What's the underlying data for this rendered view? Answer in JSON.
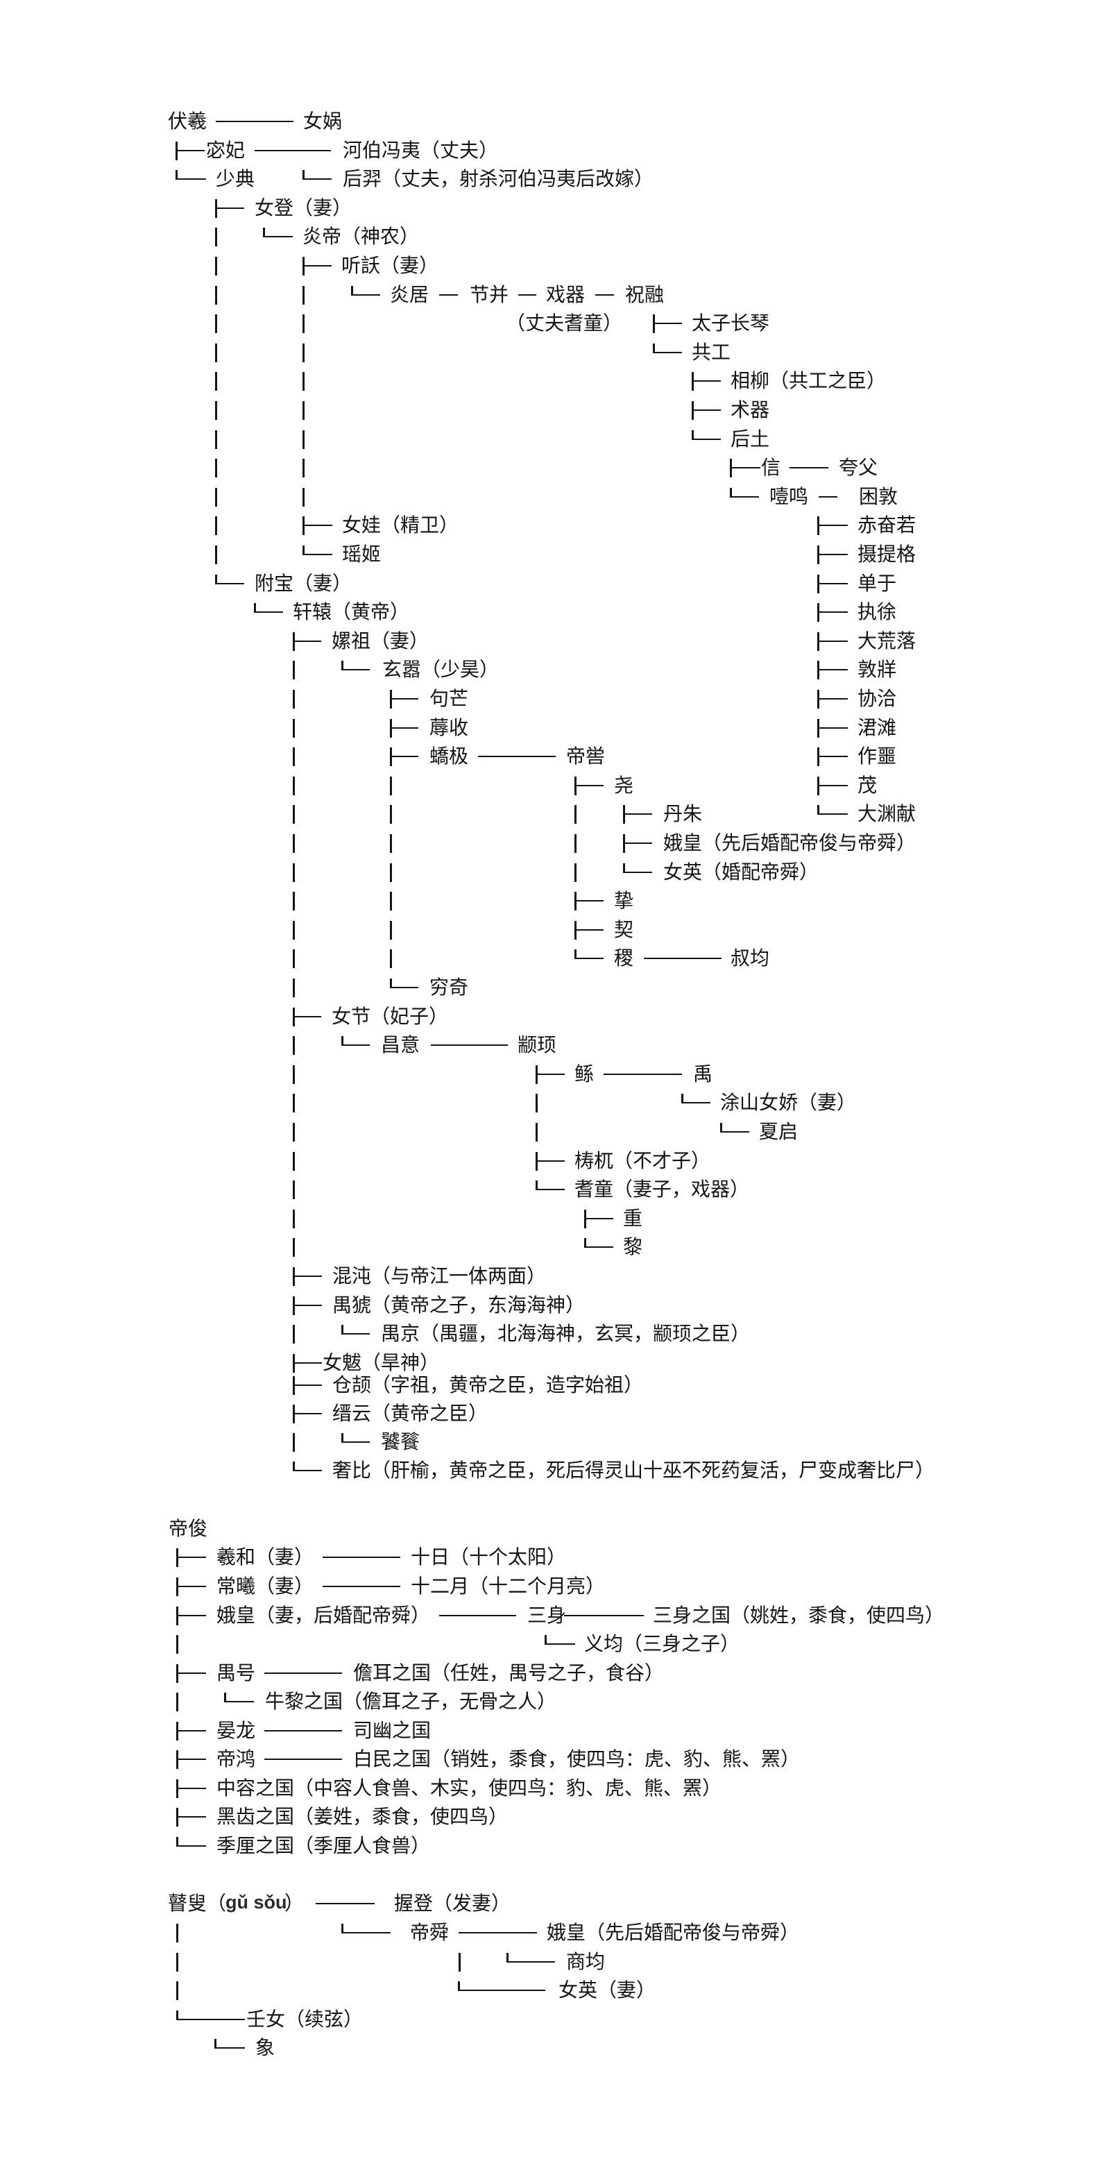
{
  "punct": {
    "paren_open": "（",
    "paren_close": "）"
  },
  "fuxi_tree": {
    "fuxi": "伏羲",
    "nuwa": "女娲",
    "fufei": "宓妃",
    "hebo_fengyi": "河伯冯夷（丈夫）",
    "shaodian": "少典",
    "houyi": "后羿（丈夫，射杀河伯冯夷后改嫁）",
    "nudeng": "女登（妻）",
    "yandi": "炎帝（神农）",
    "tingyao": "听訞（妻）",
    "yanju": "炎居",
    "jiebing": "节并",
    "xiqi": "戏器",
    "zhurong": "祝融",
    "zhurong_spouse_note": "（丈夫耆童）",
    "taizi_changqin": "太子长琴",
    "gonggong": "共工",
    "xiangliu": "相柳（共工之臣）",
    "shuqi": "术器",
    "houtu": "后土",
    "xin": "信",
    "kuafu": "夸父",
    "yeming": "噎鸣",
    "kundun": "困敦",
    "year_names": [
      "赤奋若",
      "摄提格",
      "单于",
      "执徐",
      "大荒落",
      "敦牂",
      "协洽",
      "涒滩",
      "作噩",
      "茂",
      "大渊献"
    ],
    "nuwa_jingwei": "女娃（精卫）",
    "yaoji": "瑶姬",
    "fubao": "附宝（妻）",
    "xuanyuan": "轩辕（黄帝）",
    "leizu": "嫘祖（妻）",
    "xuanxiao": "玄嚣（少昊）",
    "goumang": "句芒",
    "rushou": "蓐收",
    "jiaoji": "蟜极",
    "diku": "帝喾",
    "yao": "尧",
    "danzhu": "丹朱",
    "ehuang": "娥皇（先后婚配帝俊与帝舜）",
    "nuying": "女英（婚配帝舜）",
    "zhi": "挚",
    "xie": "契",
    "ji": "稷",
    "shujun": "叔均",
    "qiongqi": "穷奇",
    "nujie": "女节（妃子）",
    "changyi": "昌意",
    "zhuanxu": "颛顼",
    "gun": "鲧",
    "yu": "禹",
    "tushan_nujiao": "涂山女娇（妻）",
    "xia_qi": "夏启",
    "taowu": "梼杌（不才子）",
    "laotong": "耆童（妻子，戏器）",
    "zhong": "重",
    "li": "黎",
    "hundun": "混沌（与帝江一体两面）",
    "yuhao_donghai": "禺猇（黄帝之子，东海海神）",
    "yujing": "禺京（禺疆，北海海神，玄冥，颛顼之臣）",
    "nuba": "女魃（旱神）",
    "cangjie": "仓颉（字祖，黄帝之臣，造字始祖）",
    "jinyun": "缙云（黄帝之臣）",
    "taotie": "饕餮",
    "shebi": "奢比（肝榆，黄帝之臣，死后得灵山十巫不死药复活，尸变成奢比尸）"
  },
  "dijun_tree": {
    "dijun": "帝俊",
    "xihe": "羲和（妻）",
    "shiri": "十日（十个太阳）",
    "changxi": "常曦（妻）",
    "shieryue": "十二月（十二个月亮）",
    "ehuang": "娥皇（妻，后婚配帝舜）",
    "sanshen": "三身",
    "sanshen_guo": "三身之国（姚姓，黍食，使四鸟）",
    "yijun": "义均（三身之子）",
    "yuhao": "禺号",
    "daner_guo": "儋耳之国（任姓，禺号之子，食谷）",
    "niuli_guo": "牛黎之国（儋耳之子，无骨之人）",
    "yanlong": "晏龙",
    "siyou_guo": "司幽之国",
    "dihong": "帝鸿",
    "baimin_guo": "白民之国（销姓，黍食，使四鸟：虎、豹、熊、罴）",
    "zhongrong_guo": "中容之国（中容人食兽、木实，使四鸟：豹、虎、熊、罴）",
    "heichi_guo": "黑齿之国（姜姓，黍食，使四鸟）",
    "jili_guo": "季厘之国（季厘人食兽）"
  },
  "gusou_tree": {
    "gusou": "瞽叟",
    "gusou_pinyin": "gǔ sǒu",
    "wodeng": "握登（发妻）",
    "dishun": "帝舜",
    "ehuang": "娥皇（先后婚配帝俊与帝舜）",
    "shangjun": "商均",
    "nuying": "女英（妻）",
    "rennu": "壬女（续弦）",
    "xiang": "象"
  }
}
